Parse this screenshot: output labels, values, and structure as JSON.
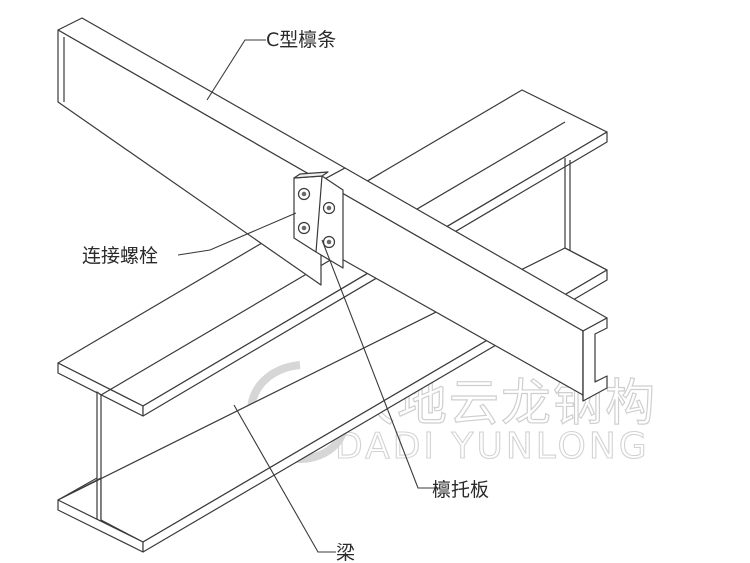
{
  "labels": {
    "purlin": "C型檩条",
    "bolts": "连接螺栓",
    "purlin_support": "檩托板",
    "beam": "梁"
  },
  "watermark": {
    "company": "大地云龙钢构",
    "latin": "DADI YUNLONG"
  },
  "colors": {
    "line": "#3a3a3a",
    "watermark": "#cfcfcf",
    "background": "#ffffff"
  }
}
